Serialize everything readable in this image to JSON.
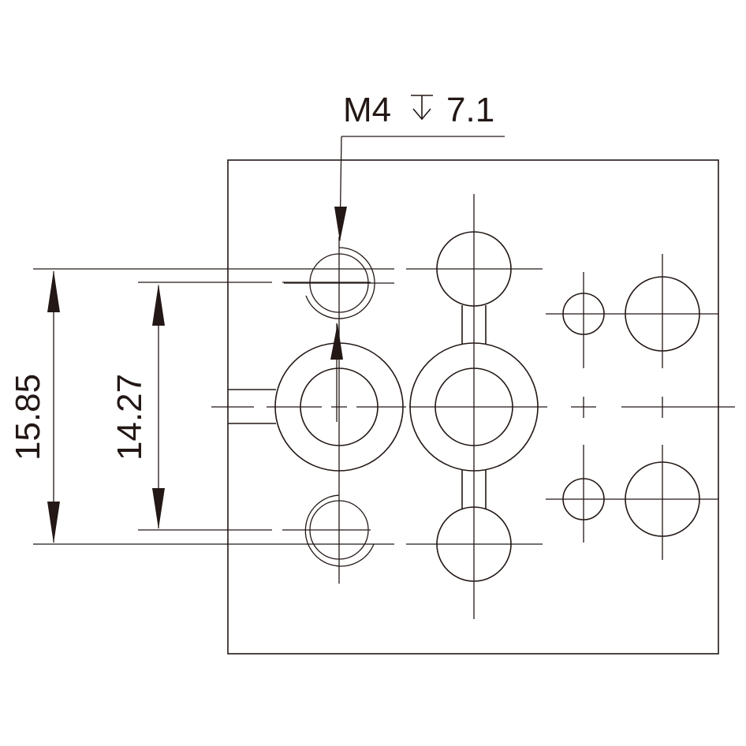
{
  "thread_callout": {
    "thread": "M4",
    "depth_symbol": "depth-icon",
    "depth": "7.1"
  },
  "dimensions": {
    "outer_spacing": "15.85",
    "inner_spacing": "14.27"
  },
  "colors": {
    "line": "#231815",
    "background": "#ffffff"
  }
}
